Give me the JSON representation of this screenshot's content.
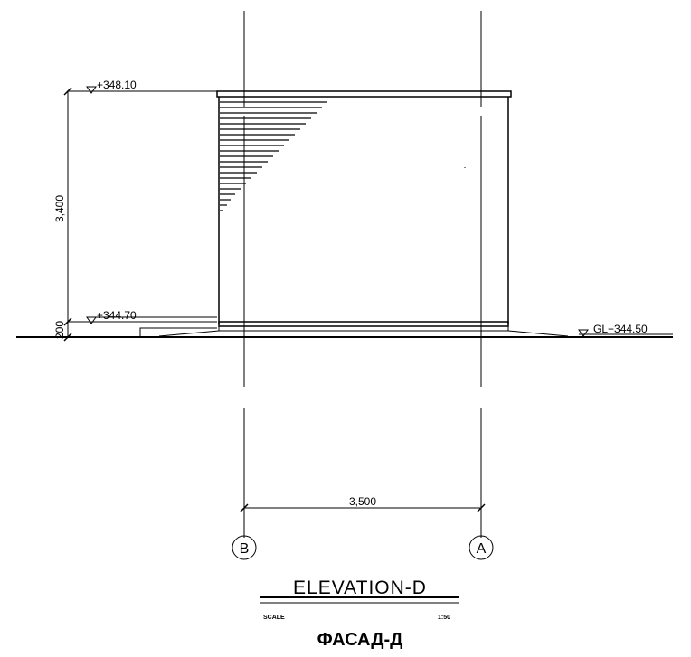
{
  "levels": {
    "top": "+348.10",
    "floor": "+344.70",
    "ground": "GL+344.50"
  },
  "dimensions": {
    "height": "3,400",
    "plinth": "200",
    "width": "3,500"
  },
  "grid_axes": {
    "left": "B",
    "right": "A"
  },
  "title": {
    "main": "ELEVATION-D",
    "scale_label": "SCALE",
    "scale_value": "1:50",
    "cyrillic": "ФАСАД-Д"
  }
}
